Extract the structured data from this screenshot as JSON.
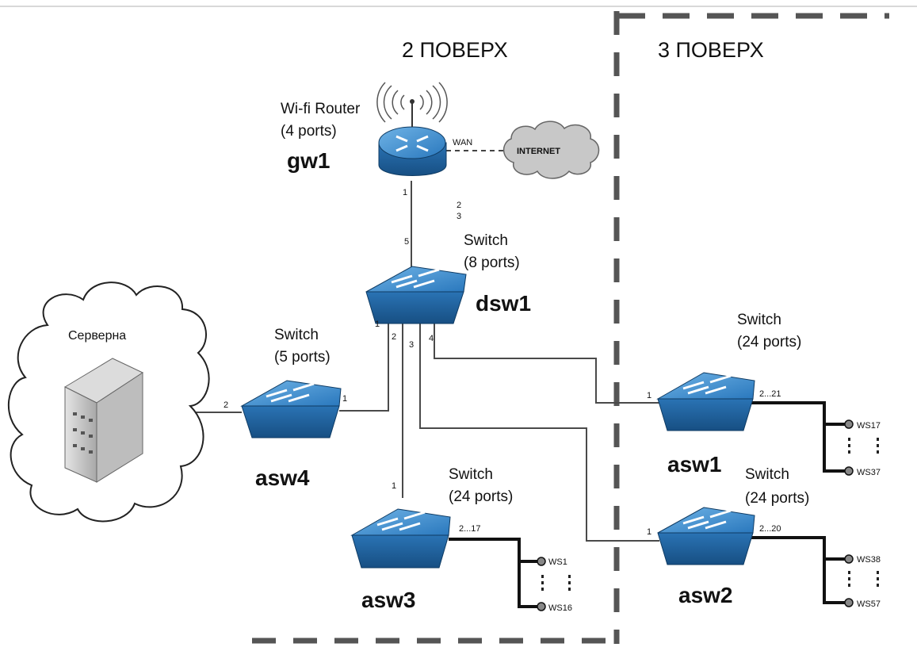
{
  "floors": {
    "left": "2 ПОВЕРХ",
    "right": "3 ПОВЕРХ"
  },
  "router": {
    "line1": "Wi-fi Router",
    "line2": "(4 ports)",
    "name": "gw1",
    "wan_label": "WAN",
    "port_down": "1",
    "ports_side_1": "2",
    "ports_side_2": "3"
  },
  "internet": {
    "label": "INTERNET"
  },
  "server_room": {
    "label": "Серверна"
  },
  "dsw1": {
    "line1": "Switch",
    "line2": "(8 ports)",
    "name": "dsw1",
    "port_up": "5",
    "port_1": "1",
    "port_2": "2",
    "port_3": "3",
    "port_4": "4"
  },
  "asw4": {
    "line1": "Switch",
    "line2": "(5 ports)",
    "name": "asw4",
    "port_left": "2",
    "port_right": "1"
  },
  "asw3": {
    "line1": "Switch",
    "line2": "(24 ports)",
    "name": "asw3",
    "port_up": "1",
    "port_range": "2...17",
    "ws_top": "WS1",
    "ws_bottom": "WS16"
  },
  "asw1": {
    "line1": "Switch",
    "line2": "(24 ports)",
    "name": "asw1",
    "port_left": "1",
    "port_range": "2...21",
    "ws_top": "WS17",
    "ws_bottom": "WS37"
  },
  "asw2": {
    "line1": "Switch",
    "line2": "(24 ports)",
    "name": "asw2",
    "port_left": "1",
    "port_range": "2...20",
    "ws_top": "WS38",
    "ws_bottom": "WS57"
  },
  "colors": {
    "device_blue": "#2f7fc1",
    "device_dark": "#1b5b93",
    "cloud_fill": "#c8c8c8",
    "divider": "#555555"
  }
}
